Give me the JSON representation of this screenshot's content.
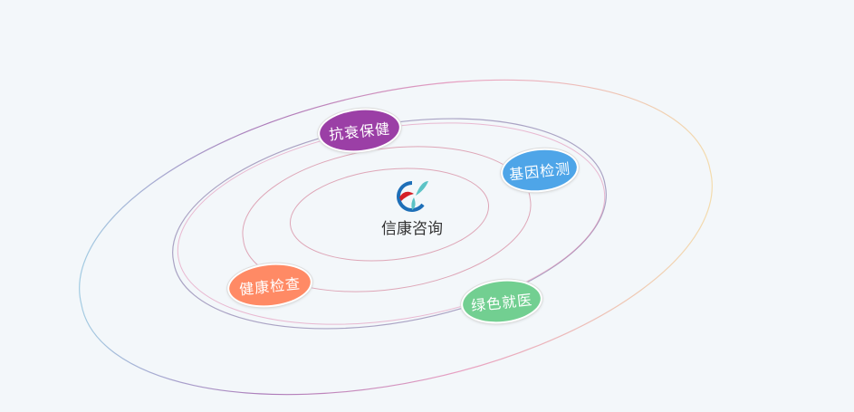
{
  "center": {
    "title": "信康咨询"
  },
  "items": [
    {
      "label": "抗衰保健",
      "color": "#9b3fa6"
    },
    {
      "label": "基因检测",
      "color": "#4ea5e8"
    },
    {
      "label": "健康检查",
      "color": "#ff8a65"
    },
    {
      "label": "绿色就医",
      "color": "#72cf91"
    }
  ]
}
